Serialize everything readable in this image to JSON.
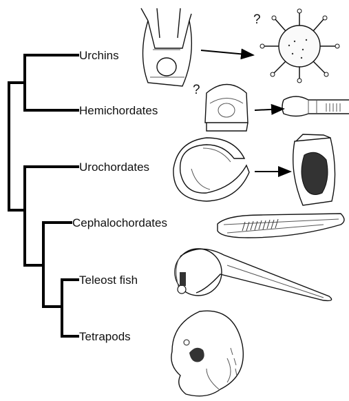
{
  "taxa": [
    {
      "id": "urchins",
      "label": "Urchins"
    },
    {
      "id": "hemichordates",
      "label": "Hemichordates"
    },
    {
      "id": "urochordates",
      "label": "Urochordates"
    },
    {
      "id": "cephalochordates",
      "label": "Cephalochordates"
    },
    {
      "id": "teleost-fish",
      "label": "Teleost fish"
    },
    {
      "id": "tetrapods",
      "label": "Tetrapods"
    }
  ],
  "uncertain_marks": [
    "?",
    "?"
  ],
  "colors": {
    "line": "#000000",
    "ink": "#111111",
    "dark_fill": "#333333",
    "background": "#ffffff"
  }
}
